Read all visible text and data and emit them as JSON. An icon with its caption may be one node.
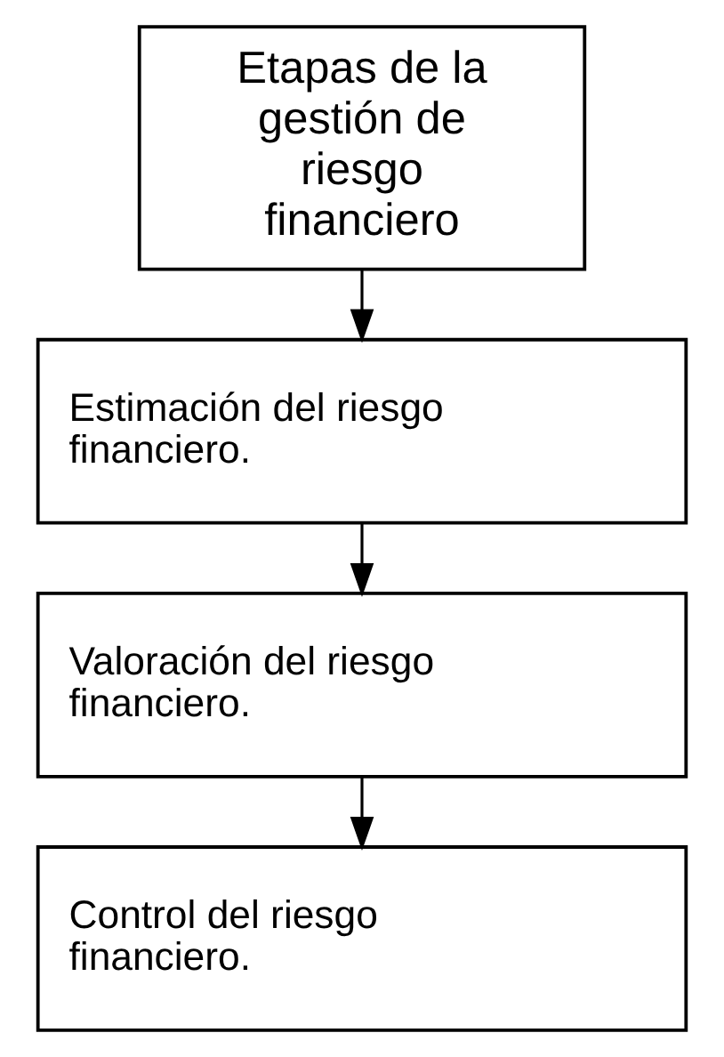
{
  "diagram": {
    "nodes": [
      {
        "text": [
          "Etapas de la gestión de riesgo financiero"
        ]
      },
      {
        "text": [
          "Estimación del riesgo financiero."
        ]
      },
      {
        "text": [
          "Valoración del riesgo financiero."
        ]
      },
      {
        "text": [
          "Control del riesgo financiero."
        ]
      }
    ],
    "edges": [
      {
        "from": 0,
        "to": 1,
        "arrow": "to"
      },
      {
        "from": 1,
        "to": 2,
        "arrow": "to"
      },
      {
        "from": 2,
        "to": 3,
        "arrow": "to"
      }
    ]
  }
}
